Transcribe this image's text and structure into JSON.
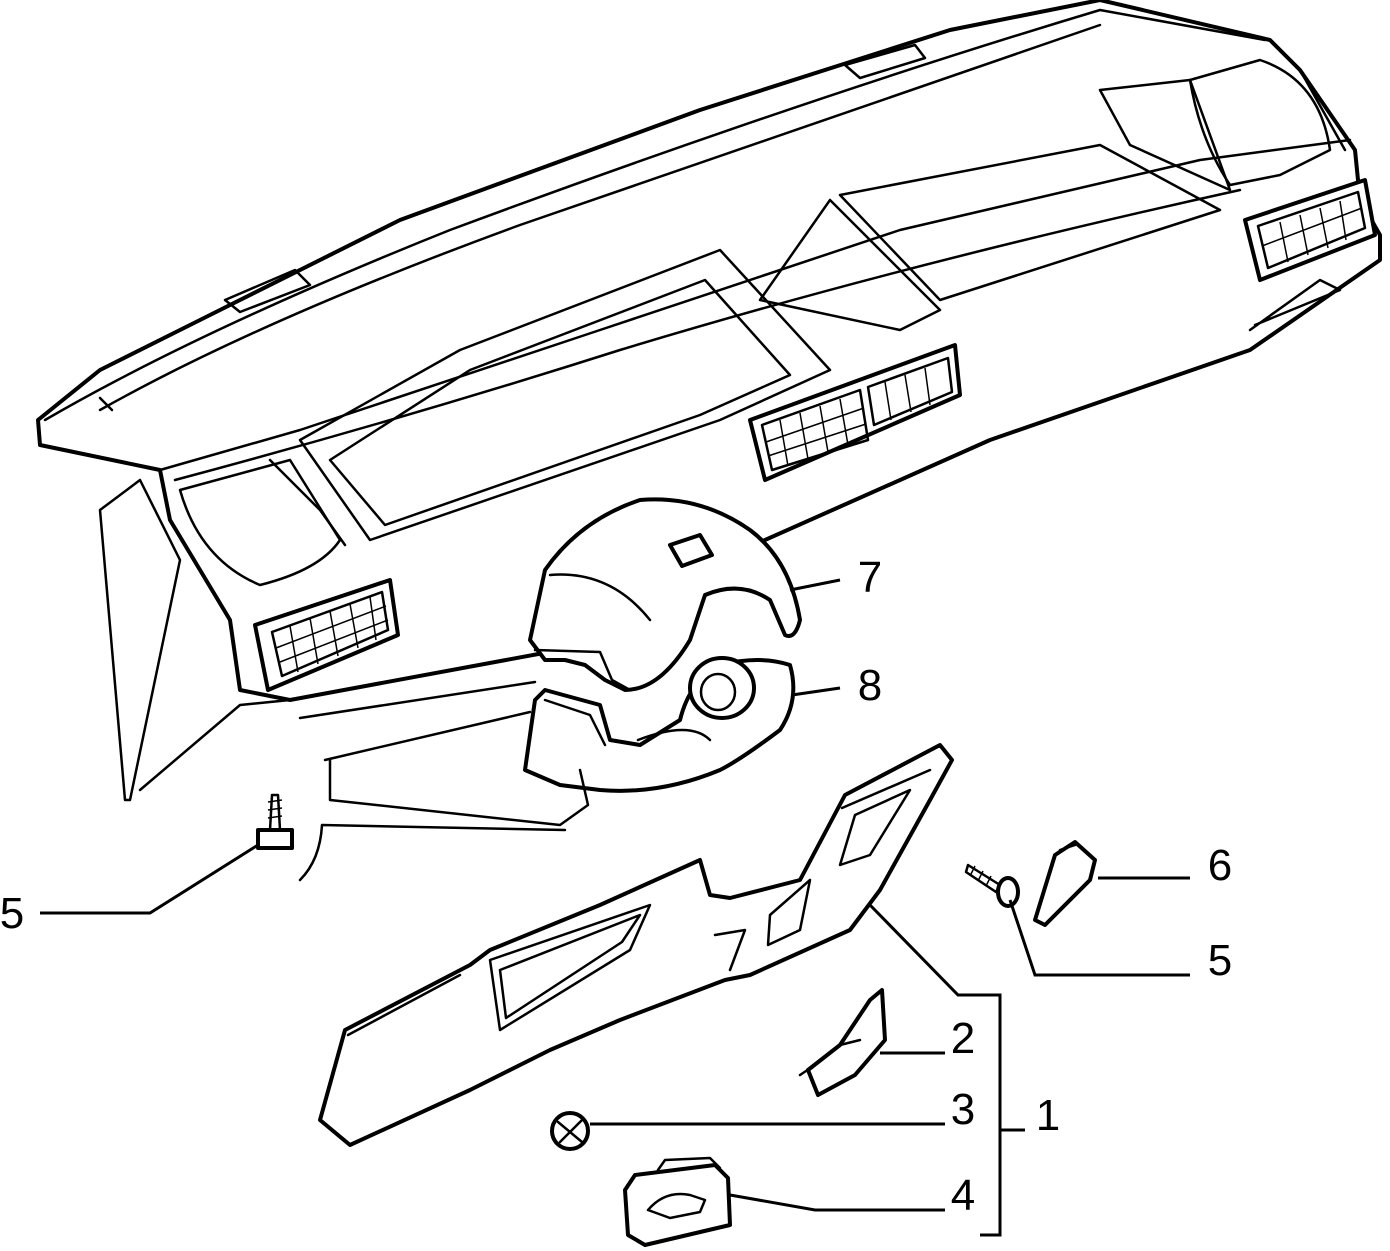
{
  "callouts": {
    "c1": "1",
    "c2": "2",
    "c3": "3",
    "c4": "4",
    "c5_left": "5",
    "c5_right": "5",
    "c6": "6",
    "c7": "7",
    "c8": "8"
  }
}
